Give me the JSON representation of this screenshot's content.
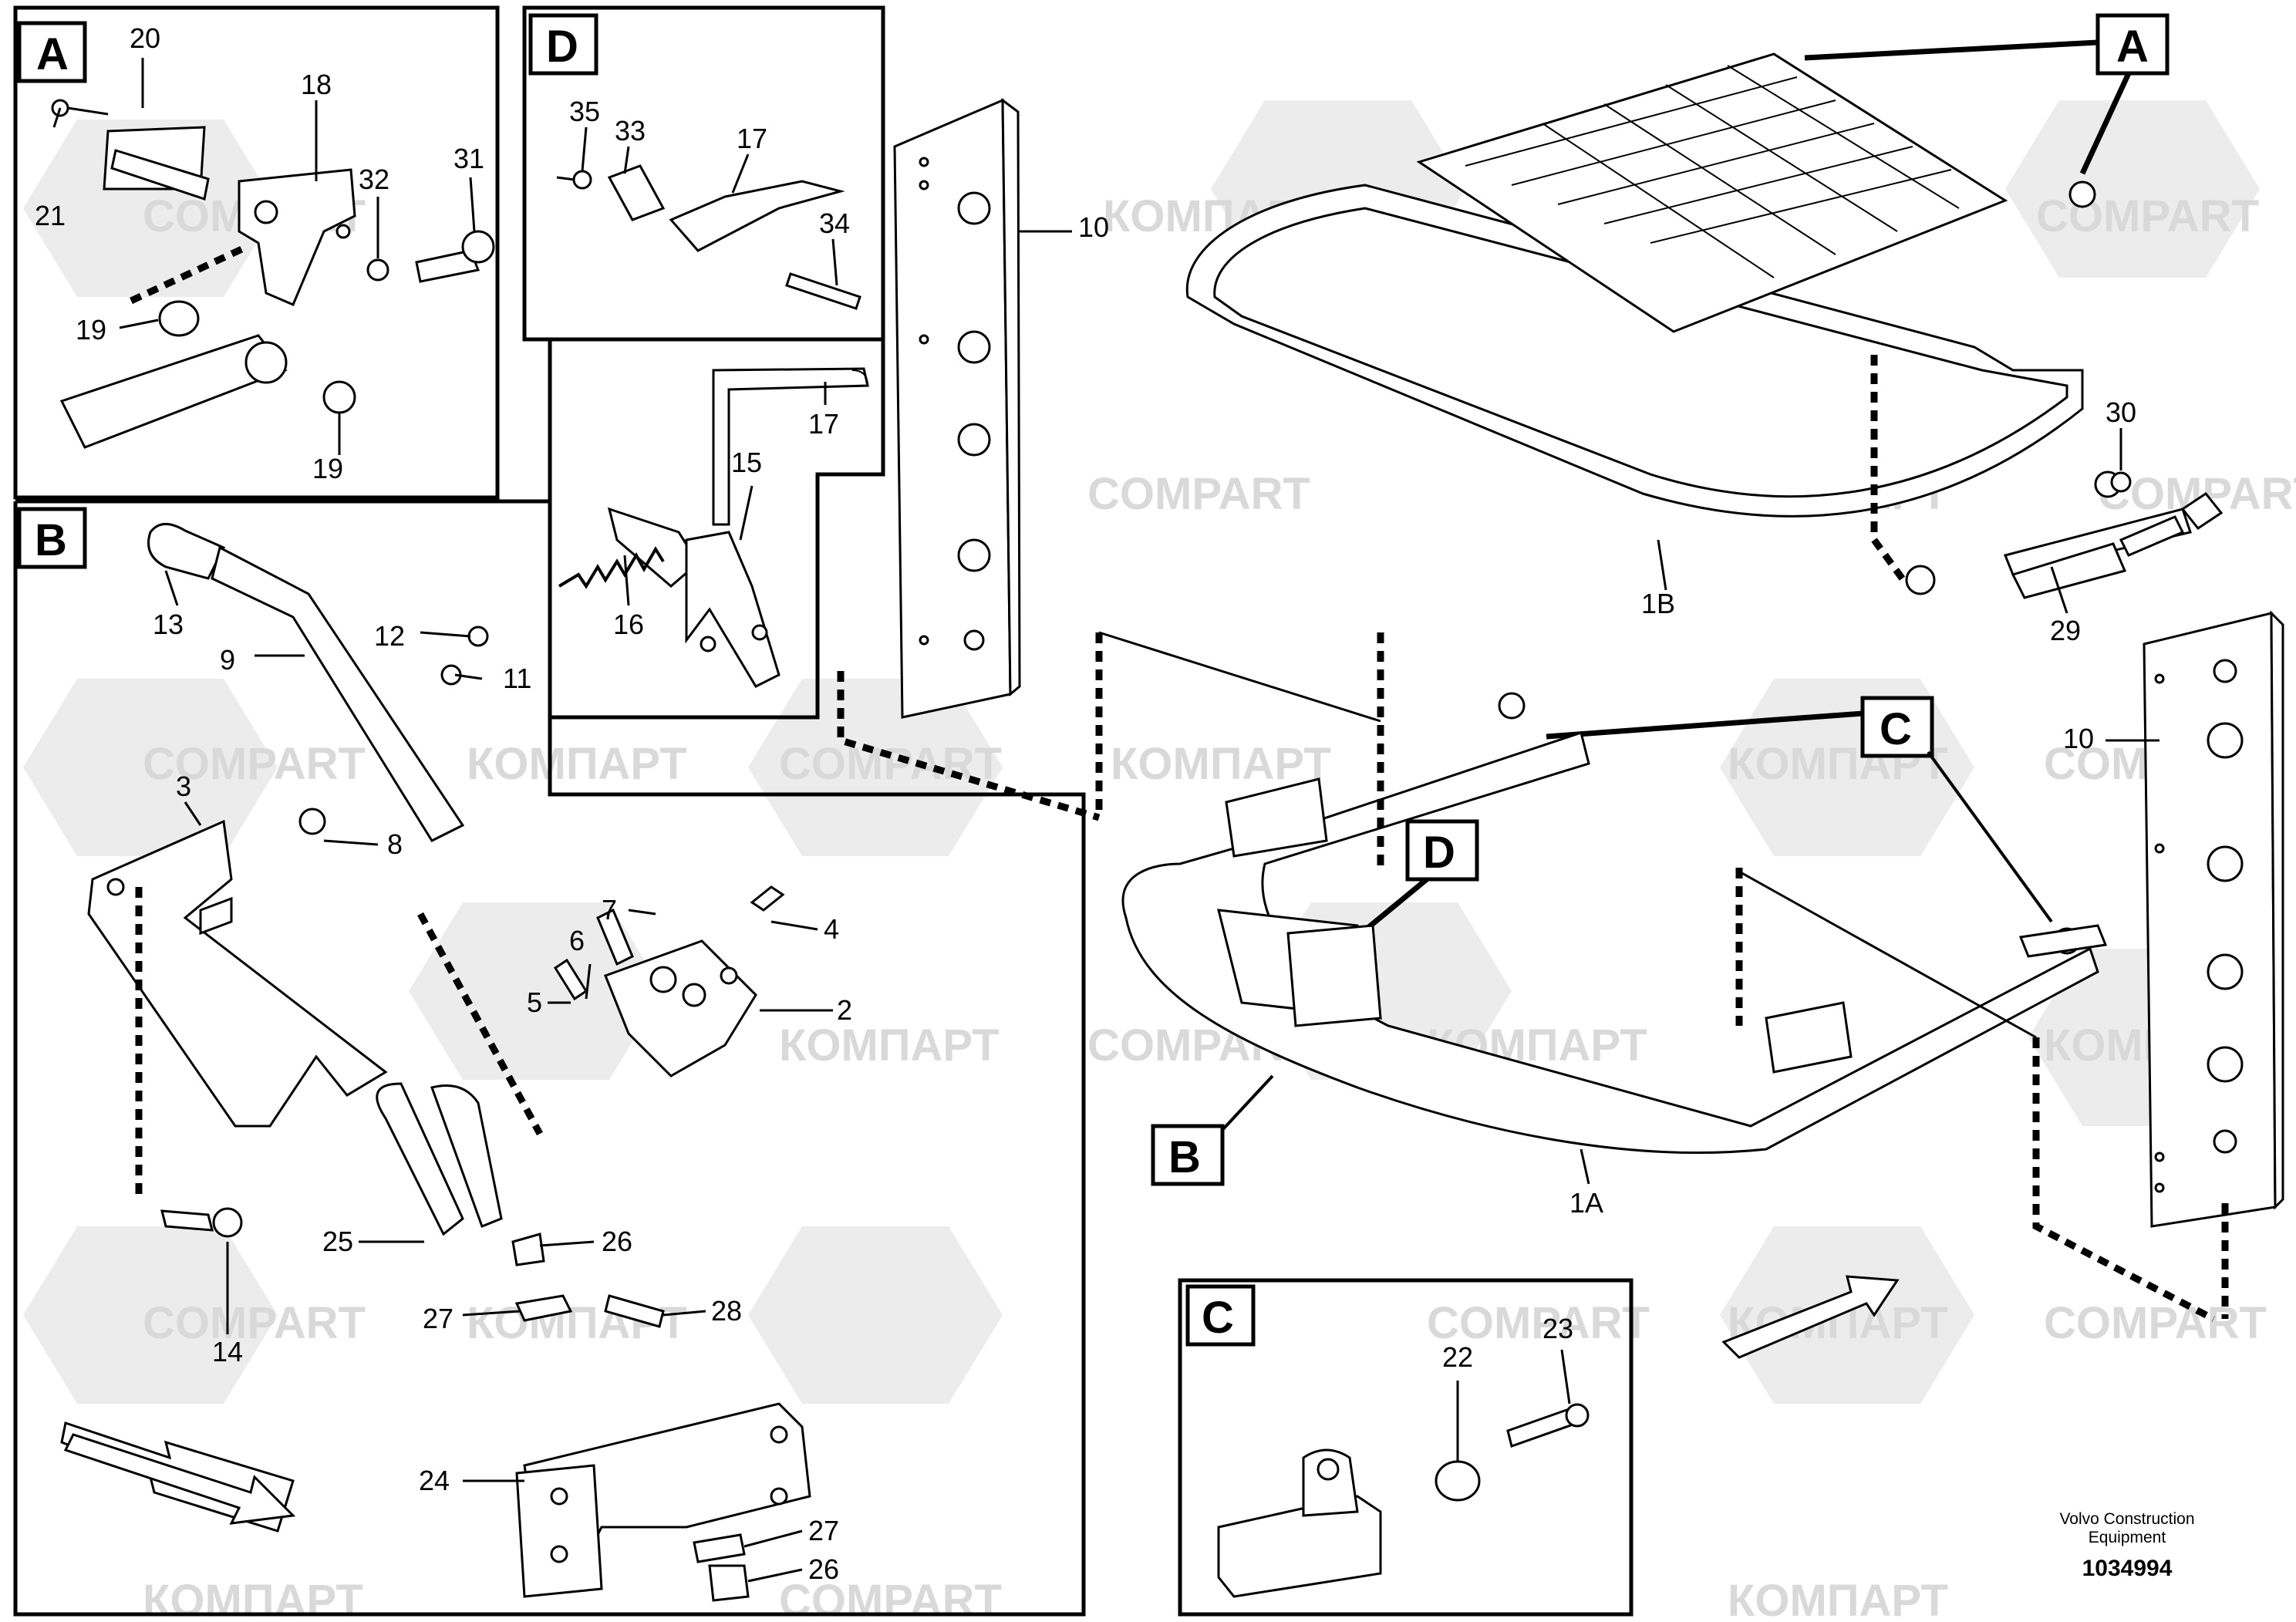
{
  "watermarks": {
    "latin": "COMPART",
    "cyrillic": "КОМПАРТ"
  },
  "panel_tags": {
    "a_inset": "A",
    "b_inset": "B",
    "c_inset": "C",
    "d_inset": "D",
    "a_main": "A",
    "b_main": "B",
    "c_main": "C",
    "d_main": "D"
  },
  "callouts": {
    "p20": "20",
    "p18": "18",
    "p21": "21",
    "p32": "32",
    "p31": "31",
    "p19a": "19",
    "p19b": "19",
    "p35": "35",
    "p33": "33",
    "p17a": "17",
    "p34": "34",
    "p17b": "17",
    "p15": "15",
    "p16": "16",
    "p10a": "10",
    "p10b": "10",
    "p1b": "1B",
    "p30": "30",
    "p29": "29",
    "p1a": "1A",
    "p13": "13",
    "p9": "9",
    "p12": "12",
    "p11": "11",
    "p3": "3",
    "p8": "8",
    "p7": "7",
    "p4": "4",
    "p6": "6",
    "p5": "5",
    "p2": "2",
    "p25": "25",
    "p26a": "26",
    "p14": "14",
    "p27a": "27",
    "p28": "28",
    "p24": "24",
    "p27b": "27",
    "p26b": "26",
    "p22": "22",
    "p23": "23"
  },
  "footer": {
    "company_line1": "Volvo Construction",
    "company_line2": "Equipment",
    "drawing_number": "1034994"
  }
}
